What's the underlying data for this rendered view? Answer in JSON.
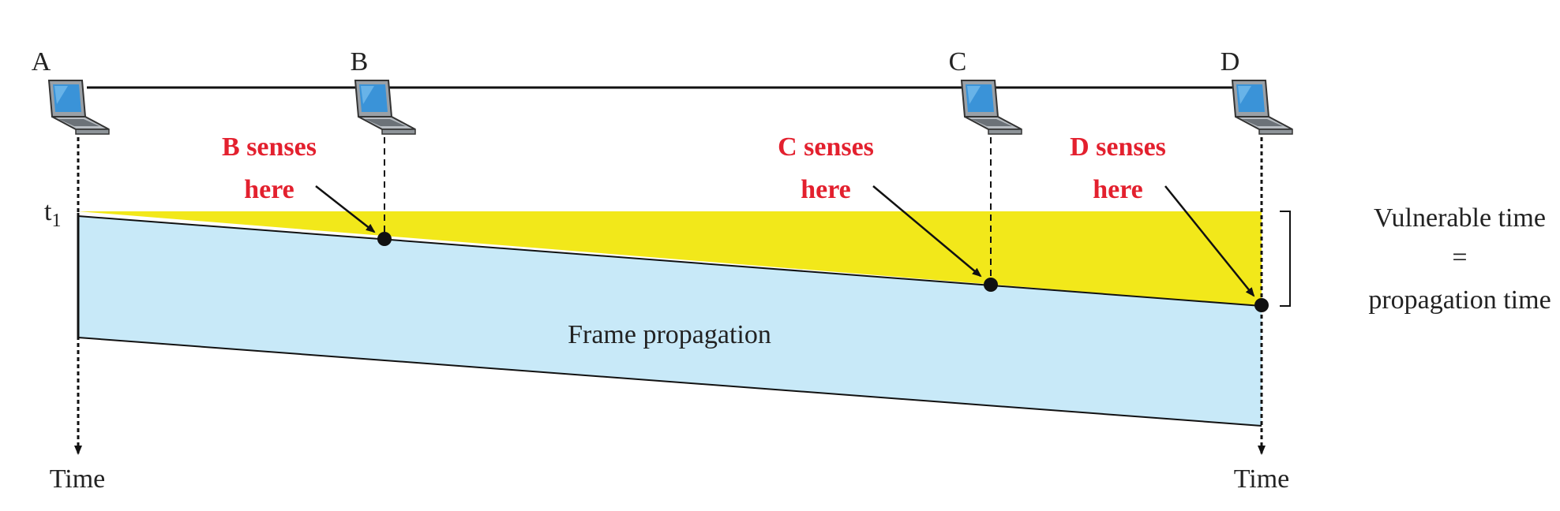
{
  "stations": [
    {
      "id": "A",
      "label": "A"
    },
    {
      "id": "B",
      "label": "B"
    },
    {
      "id": "C",
      "label": "C"
    },
    {
      "id": "D",
      "label": "D"
    }
  ],
  "t1_label": "t",
  "t1_subscript": "1",
  "senses": {
    "b": {
      "line1": "B senses",
      "line2": "here"
    },
    "c": {
      "line1": "C senses",
      "line2": "here"
    },
    "d": {
      "line1": "D senses",
      "line2": "here"
    }
  },
  "frame_label": "Frame propagation",
  "vulnerable": {
    "line1": "Vulnerable time",
    "line2": "=",
    "line3": "propagation time"
  },
  "time_left": "Time",
  "time_right": "Time",
  "colors": {
    "yellow": "#f2e81a",
    "blue": "#c8e9f8",
    "red": "#e3202e",
    "ink": "#111111"
  },
  "icons": [
    "laptop-icon"
  ]
}
